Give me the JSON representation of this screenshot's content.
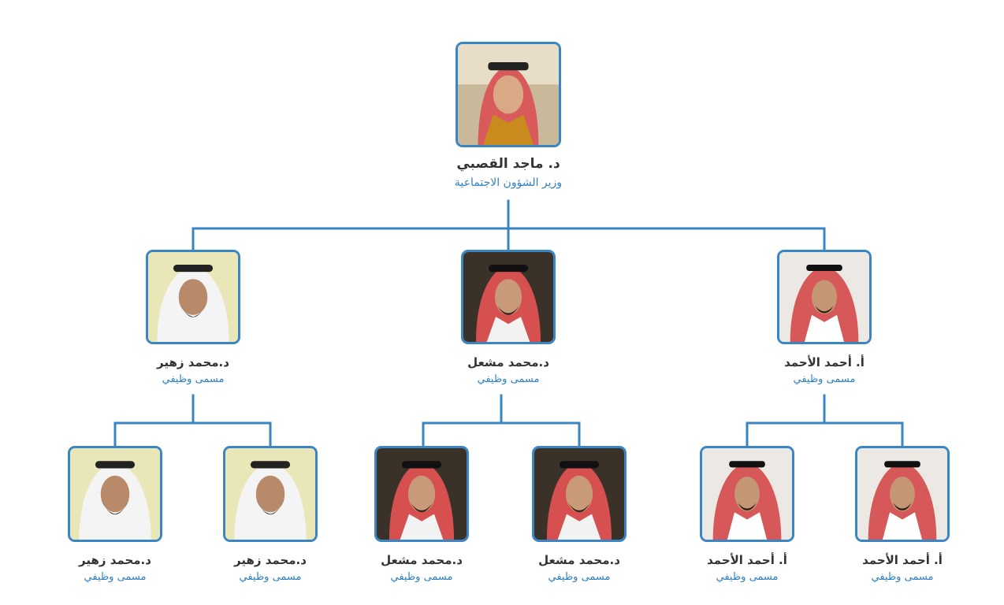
{
  "colors": {
    "connector": "#3a85c4",
    "name_text": "#333333",
    "role_text": "#2f7fc1"
  },
  "org": {
    "root": {
      "name": "د. ماجد القصبي",
      "title": "وزير الشؤون الاجتماعية"
    },
    "level2": [
      {
        "name": "د.محمد زهير",
        "title": "مسمى وظيفي"
      },
      {
        "name": "د.محمد مشعل",
        "title": "مسمى وظيفي"
      },
      {
        "name": "أ. أحمد الأحمد",
        "title": "مسمى وظيفي"
      }
    ],
    "level3": [
      {
        "name": "د.محمد زهير",
        "title": "مسمى وظيفي"
      },
      {
        "name": "د.محمد زهير",
        "title": "مسمى وظيفي"
      },
      {
        "name": "د.محمد مشعل",
        "title": "مسمى وظيفي"
      },
      {
        "name": "د.محمد مشعل",
        "title": "مسمى وظيفي"
      },
      {
        "name": "أ. أحمد الأحمد",
        "title": "مسمى وظيفي"
      },
      {
        "name": "أ. أحمد الأحمد",
        "title": "مسمى وظيفي"
      }
    ]
  }
}
